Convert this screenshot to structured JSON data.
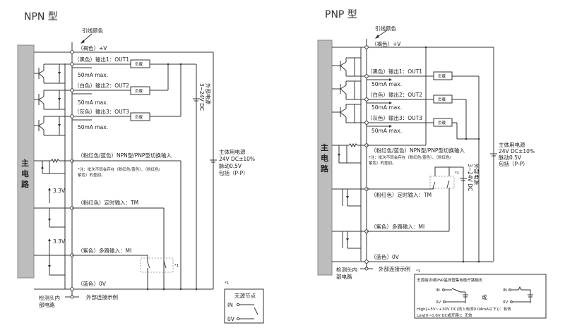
{
  "npn": {
    "title": "NPN 型",
    "lead_color_label": "引线颜色",
    "main_circuit": [
      "主",
      "电",
      "路"
    ],
    "wires": {
      "vplus": "（褐色）+V",
      "out1": "（黑色）输出1：OUT1",
      "out2": "（白色）输出2：OUT2",
      "out3": "（灰色）输出3：OUT3",
      "switch_input": "（粉红色/蓝色）NPN型/PNP型切换输入",
      "timer_input": "（粉红色）定时输入：TM",
      "multi_input": "（紫色）多路输入：MI",
      "zero_v": "（蓝色）0V"
    },
    "current_limit": "50mA max.",
    "load": "负载",
    "note_line1": "*注：批次不同会存在（粉红色/蓝色）、（粉红色/",
    "note_line2": "紫色）的差别。",
    "v33": "3.3V",
    "ext_power_1": "外部电源",
    "ext_power_2": "3~24V DC",
    "main_power": [
      "主体用电源",
      "24V DC±10%",
      "脉动0.5V",
      "包括（P-P）"
    ],
    "sensor_internal": [
      "检测头内",
      "部电路"
    ],
    "external_example": "外部连接示例",
    "ref_mark": "*1",
    "footnote_mark": "*1",
    "dry_contact_title": "无源节点",
    "in_label": "IN",
    "zero_v_label": "0V"
  },
  "pnp": {
    "title": "PNP 型",
    "lead_color_label": "引线颜色",
    "main_circuit": [
      "主",
      "电",
      "路"
    ],
    "wires": {
      "vplus": "（褐色）+V",
      "out1": "（黑色）输出1：OUT1",
      "out2": "（白色）输出2：OUT2",
      "out3": "（灰色）输出3：OUT3",
      "switch_input": "（粉红色/蓝色）NPN型/PNP型切换输入",
      "timer_input": "（粉红色）定时输入：TM",
      "multi_input": "（紫色）多路输入：MI",
      "zero_v": "（蓝色）0V"
    },
    "current_limit": "50mA max.",
    "load": "负载",
    "note_line1": "*注：批次不同会存在（粉红色/蓝色）、（粉红色/",
    "note_line2": "紫色）的差别。",
    "ext_power_1": "外部电源",
    "ext_power_2": "3~24V DC",
    "main_power": [
      "主体用电源",
      "24V DC±10%",
      "脉动0.5V",
      "包括（P-P）"
    ],
    "sensor_internal": [
      "检测头内",
      "部电路"
    ],
    "external_example": "外部连接示例",
    "ref_mark": "*1",
    "footnote_mark": "*1",
    "footnote_title": "无源接点或PNP晶体管集电极开路输出",
    "in_label": "IN",
    "zero_v_label": "0V",
    "or_label": "或",
    "high_text": "High[+5V~+30V DC(流入电流0.04mA以下)]：有效",
    "low_text": "Low[0~0.6V DC或开路]：无效"
  }
}
